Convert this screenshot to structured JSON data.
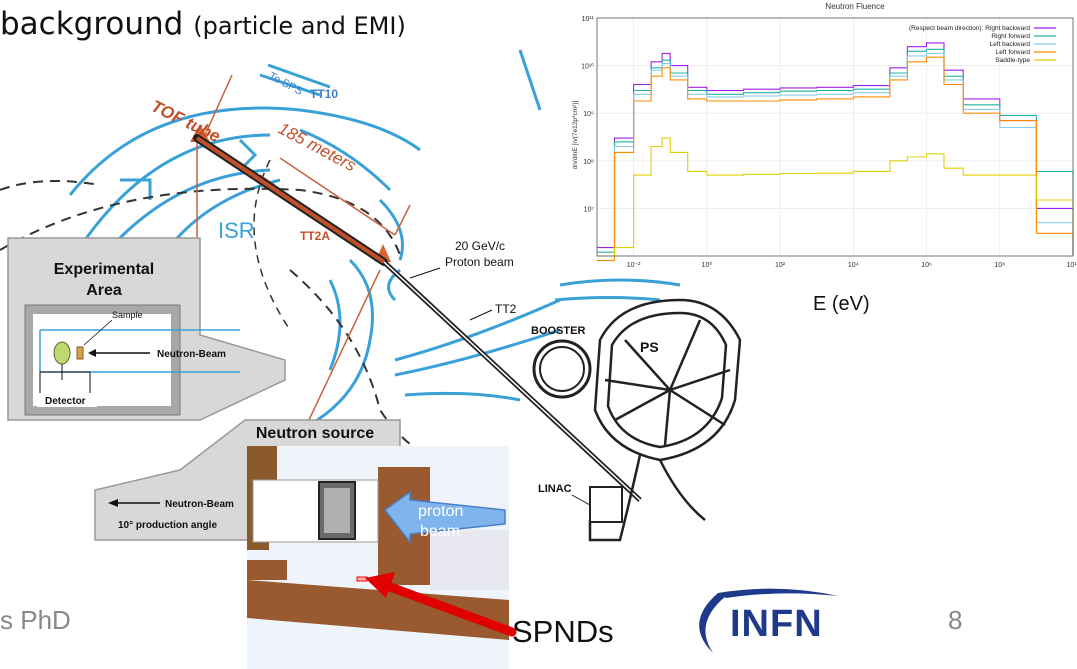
{
  "title": {
    "main": "background ",
    "sub": "(particle and EMI)"
  },
  "diagram": {
    "tof_tube": "TOF tube",
    "to_sps": "To SPS",
    "tt10": "TT10",
    "distance": "185 meters",
    "isr": "ISR",
    "tt2a": "TT2A",
    "beam_energy": "20 GeV/c",
    "beam_name": "Proton beam",
    "tt2": "TT2",
    "booster": "BOOSTER",
    "ps": "PS",
    "linac": "LINAC",
    "exp_area_1": "Experimental",
    "exp_area_2": "Area",
    "sample": "Sample",
    "neutron_beam_exp": "Neutron-Beam",
    "detector": "Detector",
    "neutron_source": "Neutron source",
    "neutron_beam_src": "Neutron-Beam",
    "prod_angle": "10° production angle"
  },
  "photo": {
    "proton": "proton",
    "beam": "beam"
  },
  "chart_data": {
    "type": "line",
    "title": "Neutron Fluence",
    "xlabel": "E (eV)",
    "ylabel": "dn/dlnE [n/(7e12p*cm²)]",
    "x_scale": "log",
    "y_scale": "log",
    "xlim": [
      0.001,
      10000000000
    ],
    "ylim": [
      1000000,
      100000000000
    ],
    "x_ticks": [
      "10⁻²",
      "10⁰",
      "10²",
      "10⁴",
      "10⁶",
      "10⁸",
      "10¹⁰"
    ],
    "y_ticks": [
      "10¹¹",
      "10¹⁰",
      "10⁹",
      "10⁸",
      "10⁷"
    ],
    "legend_header": "(Respect beam direction):",
    "legend_position": "top-right",
    "grid": true,
    "x": [
      0.001,
      0.003,
      0.01,
      0.03,
      0.06,
      0.1,
      0.3,
      1,
      10,
      100,
      1000,
      10000,
      100000,
      300000,
      1000000,
      3000000,
      10000000,
      100000000,
      1000000000,
      10000000000
    ],
    "series": [
      {
        "name": "Right backward",
        "color": "#a020f0",
        "values": [
          1500000,
          300000000,
          4000000000,
          12000000000,
          18000000000,
          10000000000,
          3500000000,
          3000000000,
          3200000000,
          3400000000,
          3500000000,
          3800000000,
          9000000000,
          25000000000,
          30000000000,
          8000000000,
          2000000000,
          700000000,
          10000000,
          1000000
        ]
      },
      {
        "name": "Right forward",
        "color": "#20b2aa",
        "values": [
          1200000,
          250000000,
          3000000000,
          9000000000,
          13000000000,
          7000000000,
          3000000000,
          2500000000,
          2700000000,
          2900000000,
          3000000000,
          3200000000,
          7000000000,
          20000000000,
          22000000000,
          6000000000,
          1500000000,
          900000000,
          60000000,
          1000000
        ]
      },
      {
        "name": "Left backward",
        "color": "#87ceeb",
        "values": [
          1000000,
          200000000,
          2500000000,
          8000000000,
          11000000000,
          6000000000,
          2500000000,
          2200000000,
          2300000000,
          2400000000,
          2500000000,
          2700000000,
          6000000000,
          16000000000,
          18000000000,
          5000000000,
          1200000000,
          500000000,
          5000000,
          1000000
        ]
      },
      {
        "name": "Left forward",
        "color": "#ff8c00",
        "values": [
          800000,
          150000000,
          1800000000,
          6000000000,
          9000000000,
          5000000000,
          2000000000,
          1800000000,
          1800000000,
          1900000000,
          2000000000,
          2200000000,
          5000000000,
          12000000000,
          15000000000,
          4000000000,
          1000000000,
          700000000,
          3000000,
          1000000
        ]
      },
      {
        "name": "Saddle-type",
        "color": "#e0d000",
        "values": [
          1000000,
          1500000,
          50000000,
          200000000,
          300000000,
          150000000,
          60000000,
          50000000,
          52000000,
          54000000,
          55000000,
          60000000,
          100000000,
          120000000,
          140000000,
          70000000,
          50000000,
          50000000,
          15000000,
          3000000
        ]
      }
    ]
  },
  "footer": {
    "left": "s PhD",
    "page": "8"
  },
  "spnds": "SPNDs",
  "logo": "INFN"
}
